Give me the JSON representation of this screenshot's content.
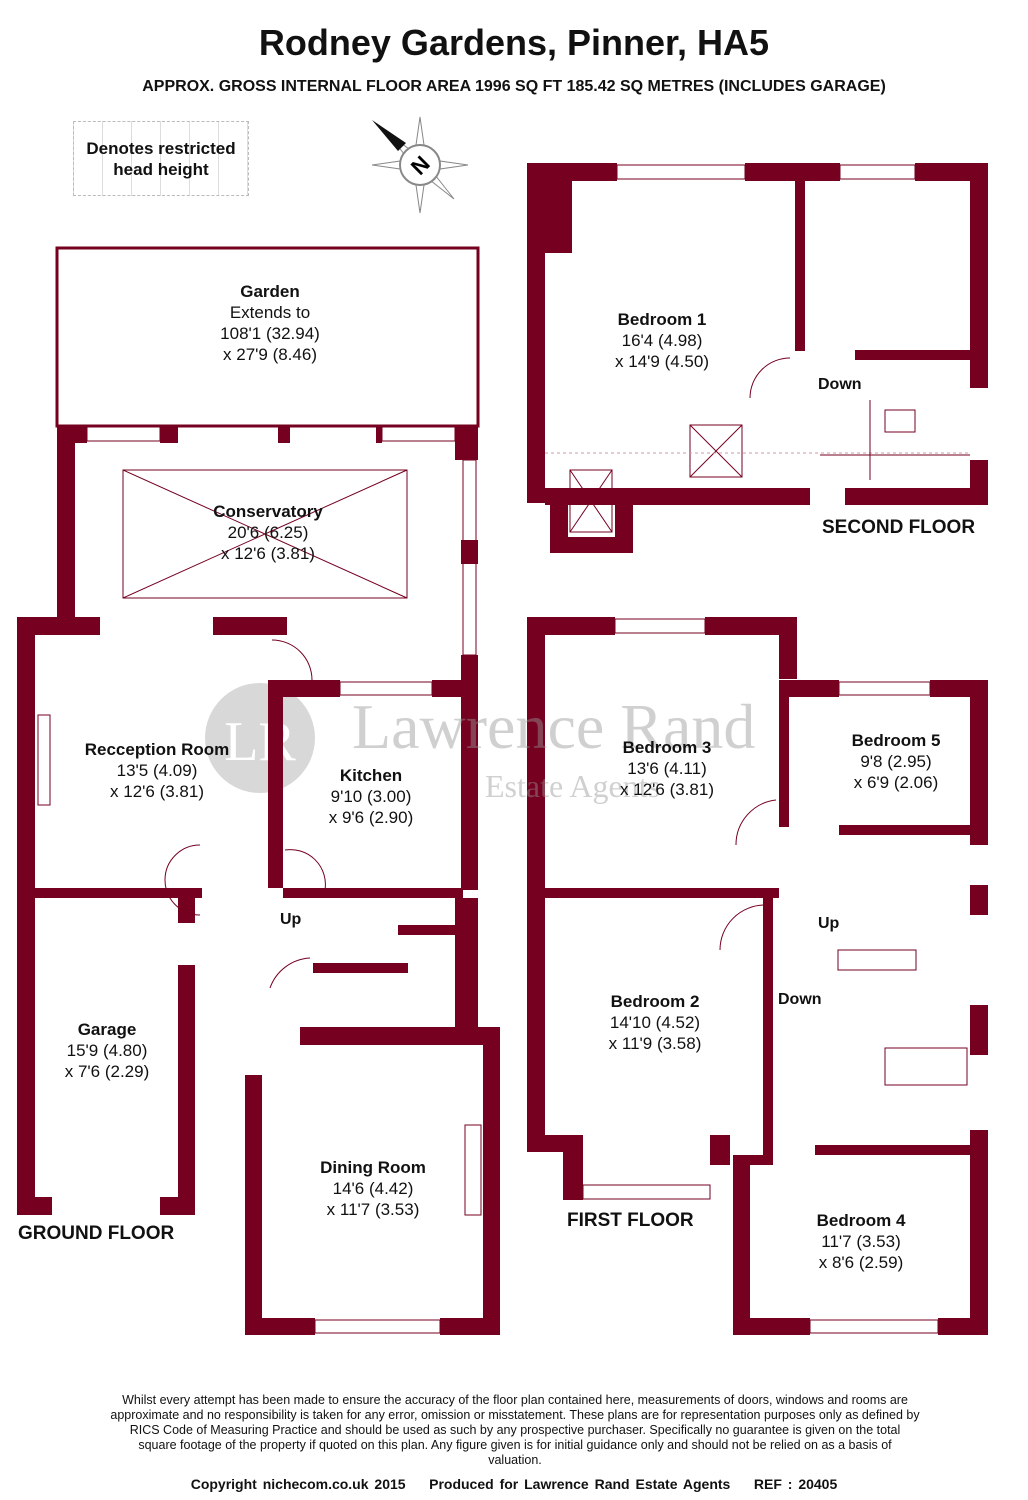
{
  "header": {
    "title": "Rodney Gardens, Pinner, HA5",
    "subtitle": "APPROX. GROSS INTERNAL FLOOR AREA 1996 SQ FT 185.42 SQ METRES (INCLUDES GARAGE)"
  },
  "legend": {
    "line1": "Denotes restricted",
    "line2": "head height"
  },
  "compass": {
    "label": "N"
  },
  "watermark": {
    "name": "Lawrence Rand",
    "sub": "Estate Agents",
    "monogram": "LR"
  },
  "colors": {
    "wall": "#75001f"
  },
  "floors": {
    "ground": "GROUND FLOOR",
    "first": "FIRST FLOOR",
    "second": "SECOND FLOOR"
  },
  "rooms": {
    "garden": {
      "name": "Garden",
      "line1": "Extends to",
      "line2": "108'1 (32.94)",
      "line3": "x 27'9 (8.46)"
    },
    "conservatory": {
      "name": "Conservatory",
      "line1": "20'6 (6.25)",
      "line2": "x 12'6 (3.81)"
    },
    "reception": {
      "name": "Recception Room",
      "line1": "13'5 (4.09)",
      "line2": "x 12'6 (3.81)"
    },
    "kitchen": {
      "name": "Kitchen",
      "line1": "9'10 (3.00)",
      "line2": "x 9'6 (2.90)"
    },
    "garage": {
      "name": "Garage",
      "line1": "15'9 (4.80)",
      "line2": "x 7'6 (2.29)"
    },
    "dining": {
      "name": "Dining Room",
      "line1": "14'6 (4.42)",
      "line2": "x 11'7 (3.53)"
    },
    "bedroom1": {
      "name": "Bedroom 1",
      "line1": "16'4 (4.98)",
      "line2": "x 14'9 (4.50)"
    },
    "bedroom2": {
      "name": "Bedroom 2",
      "line1": "14'10 (4.52)",
      "line2": "x 11'9 (3.58)"
    },
    "bedroom3": {
      "name": "Bedroom 3",
      "line1": "13'6 (4.11)",
      "line2": "x 12'6 (3.81)"
    },
    "bedroom4": {
      "name": "Bedroom 4",
      "line1": "11'7 (3.53)",
      "line2": "x 8'6 (2.59)"
    },
    "bedroom5": {
      "name": "Bedroom 5",
      "line1": "9'8 (2.95)",
      "line2": "x 6'9 (2.06)"
    }
  },
  "stairs": {
    "up": "Up",
    "down": "Down"
  },
  "footer": {
    "disclaimer": "Whilst every attempt has been made to ensure the accuracy of the floor plan contained here, measurements of doors, windows and rooms are approximate and no responsibility is taken for any error, omission or misstatement. These plans are for representation purposes only as defined by RICS Code of Measuring Practice and should be used as such by any prospective purchaser. Specifically no guarantee is given on the total square footage of the property if quoted on this plan. Any figure given is for initial guidance only and should not be relied on as a basis of valuation.",
    "copyright": "Copyright nichecom.co.uk 2015    Produced for Lawrence Rand Estate Agents    REF : 20405"
  }
}
